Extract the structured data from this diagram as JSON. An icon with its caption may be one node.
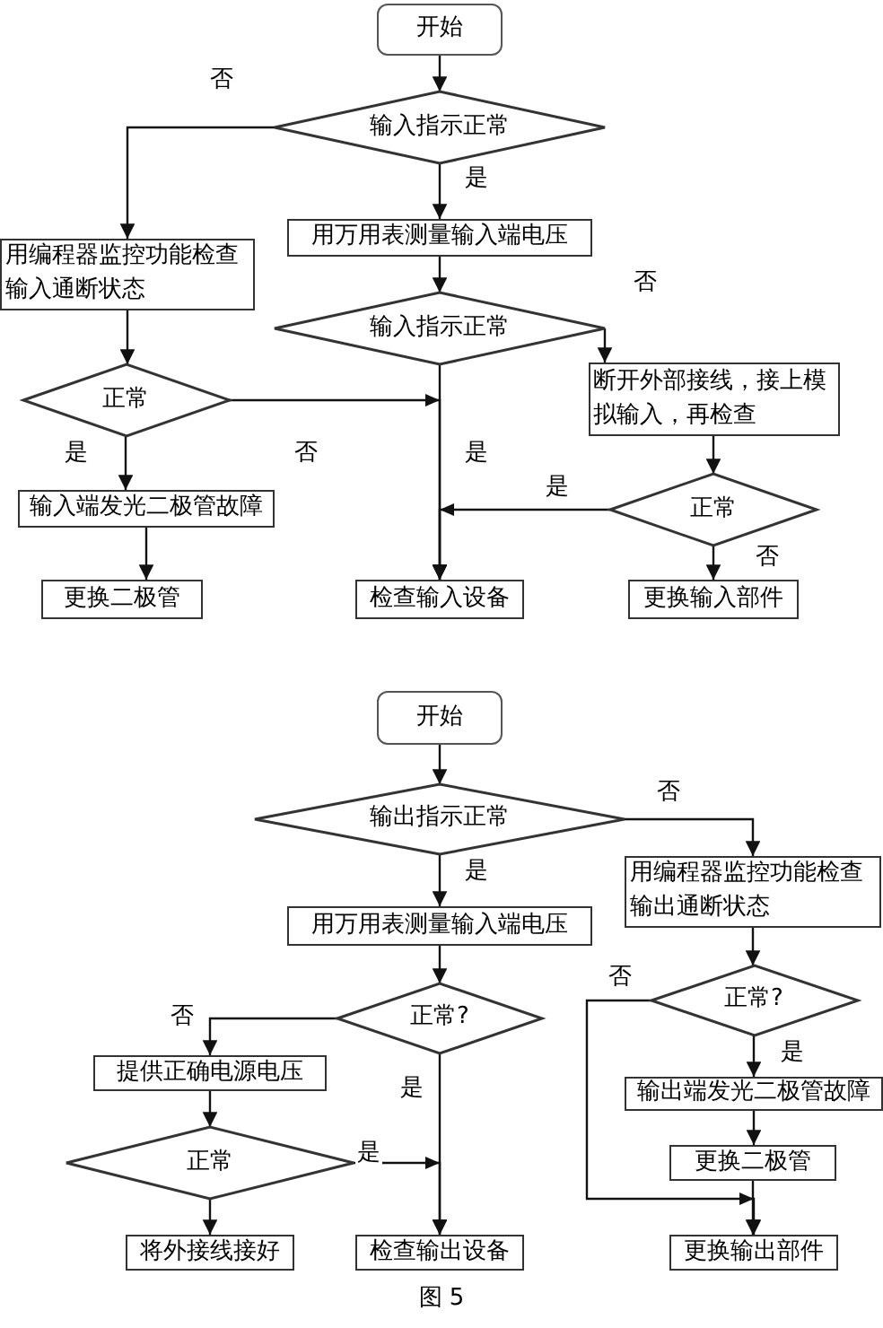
{
  "diagram": {
    "caption": "图 5",
    "nodes": [
      {
        "text": [
          "开始"
        ]
      },
      {
        "text": [
          "输入指示正常"
        ]
      },
      {
        "text": [
          "用编程器监控功能检查输入通断状态"
        ]
      },
      {
        "text": [
          "用万用表测量输入端电压"
        ]
      },
      {
        "text": [
          "输入指示正常"
        ]
      },
      {
        "text": [
          "断开外部接线，接上模拟输入，再检查"
        ]
      },
      {
        "text": [
          "正常"
        ]
      },
      {
        "text": [
          "输入端发光二极管故障"
        ]
      },
      {
        "text": [
          "正常"
        ]
      },
      {
        "text": [
          "更换二极管"
        ]
      },
      {
        "text": [
          "检查输入设备"
        ]
      },
      {
        "text": [
          "更换输入部件"
        ]
      },
      {
        "text": [
          "开始"
        ]
      },
      {
        "text": [
          "输出指示正常"
        ]
      },
      {
        "text": [
          "用编程器监控功能检查输出通断状态"
        ]
      },
      {
        "text": [
          "用万用表测量输入端电压"
        ]
      },
      {
        "text": [
          "正常?"
        ]
      },
      {
        "text": [
          "正常?"
        ]
      },
      {
        "text": [
          "提供正确电源电压"
        ]
      },
      {
        "text": [
          "输出端发光二极管故障"
        ]
      },
      {
        "text": [
          "正常"
        ]
      },
      {
        "text": [
          "更换二极管"
        ]
      },
      {
        "text": [
          "将外接线接好"
        ]
      },
      {
        "text": [
          "检查输出设备"
        ]
      },
      {
        "text": [
          "更换输出部件"
        ]
      }
    ],
    "edges": [
      {
        "from": 0,
        "to": 1,
        "arrow": "to"
      },
      {
        "from": 1,
        "to": 2,
        "arrow": "to",
        "label": "否"
      },
      {
        "from": 1,
        "to": 3,
        "arrow": "to",
        "label": "是"
      },
      {
        "from": 3,
        "to": 4,
        "arrow": "to"
      },
      {
        "from": 4,
        "to": 5,
        "arrow": "to",
        "label": "否"
      },
      {
        "from": 4,
        "to": 10,
        "arrow": "to",
        "label": "是"
      },
      {
        "from": 2,
        "to": 6,
        "arrow": "to"
      },
      {
        "from": 6,
        "to": 7,
        "arrow": "to",
        "label": "是"
      },
      {
        "from": 6,
        "to": 10,
        "arrow": "to",
        "label": "否"
      },
      {
        "from": 7,
        "to": 9,
        "arrow": "to"
      },
      {
        "from": 5,
        "to": 8,
        "arrow": "to"
      },
      {
        "from": 8,
        "to": 10,
        "arrow": "to",
        "label": "是"
      },
      {
        "from": 8,
        "to": 11,
        "arrow": "to",
        "label": "否"
      },
      {
        "from": 12,
        "to": 13,
        "arrow": "to"
      },
      {
        "from": 13,
        "to": 15,
        "arrow": "to",
        "label": "是"
      },
      {
        "from": 13,
        "to": 14,
        "arrow": "to",
        "label": "否"
      },
      {
        "from": 15,
        "to": 16,
        "arrow": "to"
      },
      {
        "from": 16,
        "to": 18,
        "arrow": "to",
        "label": "否"
      },
      {
        "from": 16,
        "to": 23,
        "arrow": "to",
        "label": "是"
      },
      {
        "from": 14,
        "to": 17,
        "arrow": "to"
      },
      {
        "from": 17,
        "to": 19,
        "arrow": "to",
        "label": "是"
      },
      {
        "from": 17,
        "to": 24,
        "arrow": "to",
        "label": "否"
      },
      {
        "from": 18,
        "to": 20,
        "arrow": "to"
      },
      {
        "from": 20,
        "to": 23,
        "arrow": "to",
        "label": "是"
      },
      {
        "from": 20,
        "to": 22,
        "arrow": "to"
      },
      {
        "from": 19,
        "to": 21,
        "arrow": "to"
      },
      {
        "from": 21,
        "to": 24,
        "arrow": "to"
      }
    ]
  }
}
